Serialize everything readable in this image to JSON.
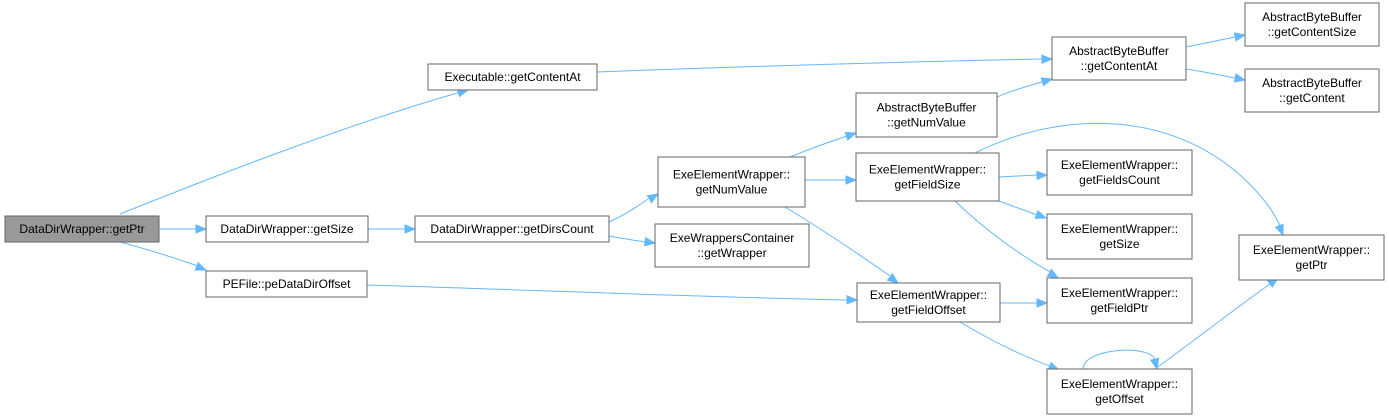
{
  "diagram": {
    "title": "",
    "colors": {
      "edge": "#63b8ff",
      "root_fill": "#999999",
      "node_fill": "#ffffff",
      "border": "#666666"
    },
    "nodes": [
      {
        "id": "n0",
        "lines": [
          "DataDirWrapper::getPtr"
        ],
        "root": true
      },
      {
        "id": "n1",
        "lines": [
          "Executable::getContentAt"
        ]
      },
      {
        "id": "n2",
        "lines": [
          "DataDirWrapper::getSize"
        ]
      },
      {
        "id": "n3",
        "lines": [
          "PEFile::peDataDirOffset"
        ]
      },
      {
        "id": "n4",
        "lines": [
          "DataDirWrapper::getDirsCount"
        ]
      },
      {
        "id": "n5",
        "lines": [
          "ExeElementWrapper::",
          "getNumValue"
        ]
      },
      {
        "id": "n6",
        "lines": [
          "ExeWrappersContainer",
          "::getWrapper"
        ]
      },
      {
        "id": "n7",
        "lines": [
          "AbstractByteBuffer",
          "::getNumValue"
        ]
      },
      {
        "id": "n8",
        "lines": [
          "ExeElementWrapper::",
          "getFieldSize"
        ]
      },
      {
        "id": "n9",
        "lines": [
          "ExeElementWrapper::",
          "getFieldOffset"
        ]
      },
      {
        "id": "n10",
        "lines": [
          "AbstractByteBuffer",
          "::getContentAt"
        ]
      },
      {
        "id": "n11",
        "lines": [
          "ExeElementWrapper::",
          "getFieldsCount"
        ]
      },
      {
        "id": "n12",
        "lines": [
          "ExeElementWrapper::",
          "getSize"
        ]
      },
      {
        "id": "n13",
        "lines": [
          "ExeElementWrapper::",
          "getFieldPtr"
        ]
      },
      {
        "id": "n14",
        "lines": [
          "ExeElementWrapper::",
          "getOffset"
        ]
      },
      {
        "id": "n15",
        "lines": [
          "AbstractByteBuffer",
          "::getContentSize"
        ]
      },
      {
        "id": "n16",
        "lines": [
          "AbstractByteBuffer",
          "::getContent"
        ]
      },
      {
        "id": "n17",
        "lines": [
          "ExeElementWrapper::",
          "getPtr"
        ]
      }
    ],
    "edges": [
      {
        "from": "n0",
        "to": "n1"
      },
      {
        "from": "n0",
        "to": "n2"
      },
      {
        "from": "n0",
        "to": "n3"
      },
      {
        "from": "n1",
        "to": "n10"
      },
      {
        "from": "n2",
        "to": "n4"
      },
      {
        "from": "n3",
        "to": "n9"
      },
      {
        "from": "n4",
        "to": "n5"
      },
      {
        "from": "n4",
        "to": "n6"
      },
      {
        "from": "n5",
        "to": "n7"
      },
      {
        "from": "n5",
        "to": "n8"
      },
      {
        "from": "n5",
        "to": "n9"
      },
      {
        "from": "n7",
        "to": "n10"
      },
      {
        "from": "n8",
        "to": "n11"
      },
      {
        "from": "n8",
        "to": "n12"
      },
      {
        "from": "n8",
        "to": "n13"
      },
      {
        "from": "n8",
        "to": "n17"
      },
      {
        "from": "n9",
        "to": "n13"
      },
      {
        "from": "n9",
        "to": "n14"
      },
      {
        "from": "n10",
        "to": "n15"
      },
      {
        "from": "n10",
        "to": "n16"
      },
      {
        "from": "n14",
        "to": "n14"
      },
      {
        "from": "n14",
        "to": "n17"
      }
    ]
  }
}
